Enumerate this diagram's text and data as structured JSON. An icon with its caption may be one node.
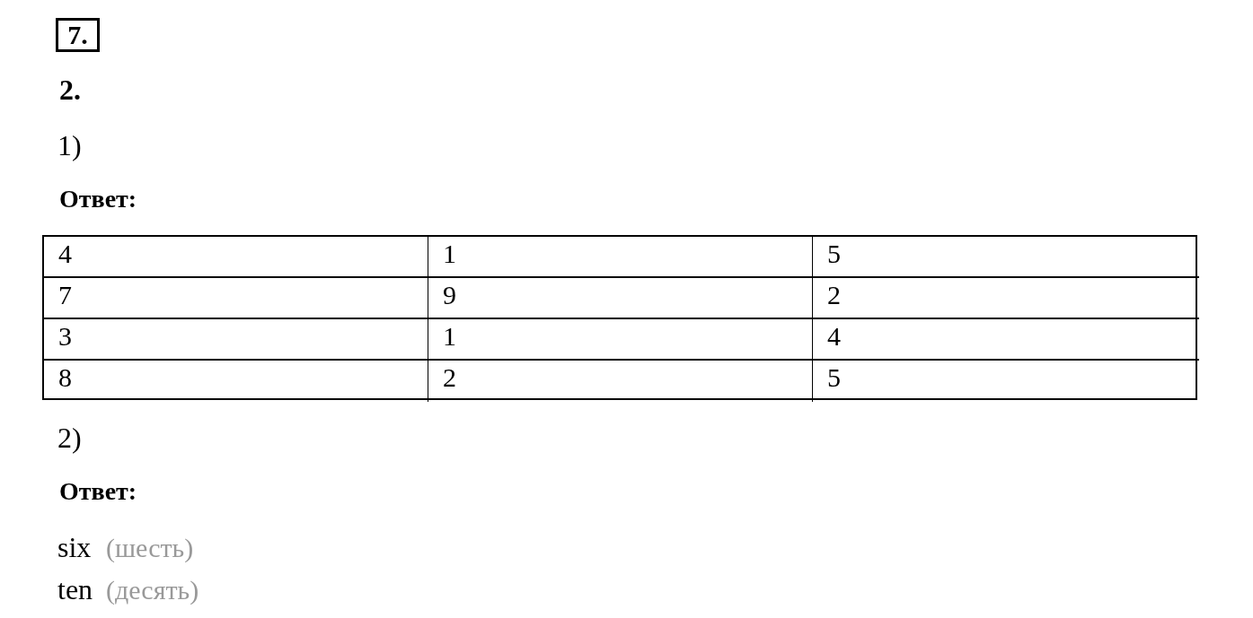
{
  "diagram": {
    "nodes": [
      {
        "text": [
          "7."
        ]
      }
    ],
    "labels": [
      "2.",
      "1)",
      "Ответ:",
      "4",
      "1",
      "5",
      "7",
      "9",
      "2",
      "3",
      "1",
      "4",
      "8",
      "2",
      "5",
      "2)",
      "Ответ:",
      "six",
      "(шесть)",
      "ten",
      "(десять)"
    ]
  }
}
